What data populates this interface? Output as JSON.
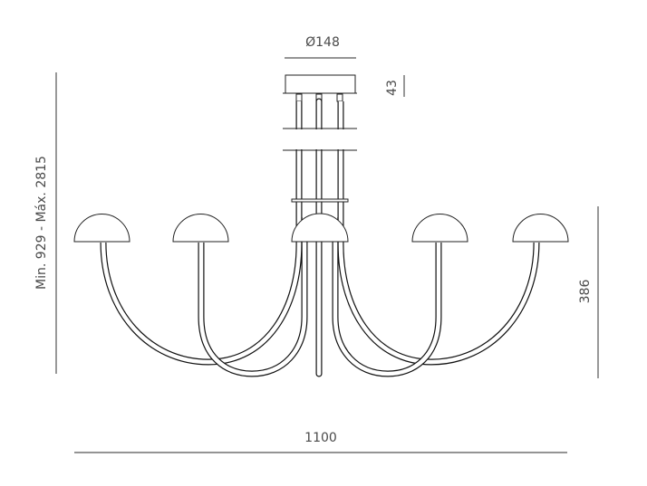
{
  "drawing": {
    "title": "Chandelier dimension drawing",
    "dimensions": {
      "canopy_diameter": "Ø148",
      "canopy_height": "43",
      "total_height": "Min. 929 - Máx. 2815",
      "arm_height": "386",
      "total_width": "1100"
    },
    "lamp_count": 5,
    "line_color": "#222222",
    "text_color": "#4a4a4a"
  }
}
